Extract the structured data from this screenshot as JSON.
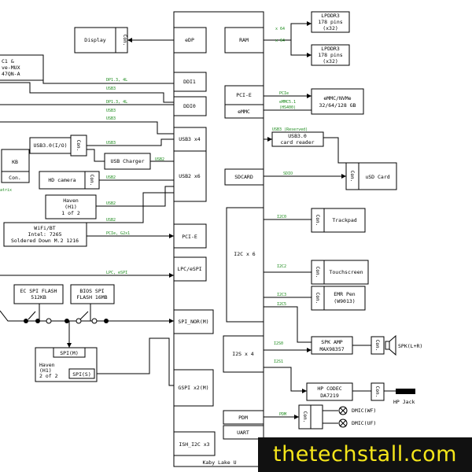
{
  "soc": {
    "name": "Kaby Lake U"
  },
  "blocks": {
    "edp": "eDP",
    "ddi1": "DDI1",
    "ddi0": "DDI0",
    "usb3x4": "USB3 x4",
    "usb2x6": "USB2 x6",
    "pcie_left": "PCI-E",
    "lpc": "LPC/eSPI",
    "spi_nor": "SPI_NOR(M)",
    "gspi": "GSPI x2(M)",
    "ish": "ISH_I2C x3",
    "ram": "RAM",
    "pcie_right": "PCI-E",
    "emmc": "eMMC",
    "sdcard": "SDCARD",
    "i2c": "I2C x 6",
    "i2s": "I2S x 4",
    "pdm": "PDM",
    "uart": "UART"
  },
  "devices": {
    "display": "Display",
    "mux": [
      "C1 &",
      "ve-MUX",
      "47QN-A"
    ],
    "usb30": "USB3.0(I/O)",
    "kb": "KB",
    "matrix": "atrix",
    "usb_charger": "USB Charger",
    "hd_camera": "HD camera",
    "haven1": [
      "Haven",
      "(H1)",
      "1 of 2"
    ],
    "wifi": [
      "WiFi/BT",
      "Intel: 7265",
      "Soldered Down M.2 1216"
    ],
    "ec_spi": [
      "EC SPI FLASH",
      "512KB"
    ],
    "bios_spi": [
      "BIOS SPI",
      "FLASH 16MB"
    ],
    "haven2": [
      "Haven",
      "(H1)",
      "2 of 2"
    ],
    "spi_m": "SPI(M)",
    "spi_s": "SPI(S)",
    "lpddr3_a": [
      "LPDDR3",
      "178 pins",
      "(x32)"
    ],
    "lpddr3_b": [
      "LPDDR3",
      "178 pins",
      "(x32)"
    ],
    "emmc_nvme": [
      "eMMC/NVMe",
      "32/64/128 GB"
    ],
    "card_reader": [
      "USB3.0",
      "card reader"
    ],
    "usd_card": "uSD Card",
    "trackpad": "Trackpad",
    "touchscreen": "Touchscreen",
    "emr_pen": [
      "EMR Pen",
      "(W9013)"
    ],
    "spk_amp": [
      "SPK AMP",
      "MAX98357"
    ],
    "spk": "SPK(L+R)",
    "hp_codec": [
      "HP CODEC",
      "DA7219"
    ],
    "hp_jack": "HP Jack",
    "dmic_wf": "DMIC(WF)",
    "dmic_uf": "DMIC(UF)"
  },
  "buses": {
    "dp_a": "DP1.3, 4L",
    "usb3_a": "USB3",
    "dp_b": "DP1.3, 4L",
    "usb3_b": "USB3",
    "usb3_c": "USB3",
    "usb3_d": "USB3",
    "usb2_a": "USB2",
    "usb2_b": "USB2",
    "usb2_c": "USB2",
    "usb2_d": "USB2",
    "pcie_g2": "PCIe, G2x1",
    "lpc_espi": "LPC, eSPI",
    "x64_a": "x 64",
    "x64_b": "x 64",
    "pcie": "PCIe",
    "emmc51": "eMMC5.1",
    "hs400": "(HS400)",
    "usb3_res": "USB3 (Reserved)",
    "sdio": "SDIO",
    "i2c0": "I2C0",
    "i2c2": "I2C2",
    "i2c3": "I2C3",
    "i2c5": "I2C5",
    "i2s0": "I2S0",
    "i2s1": "I2S1",
    "pdm": "PDM"
  },
  "conn_label": "Con.",
  "watermark": "thetechstall.com"
}
